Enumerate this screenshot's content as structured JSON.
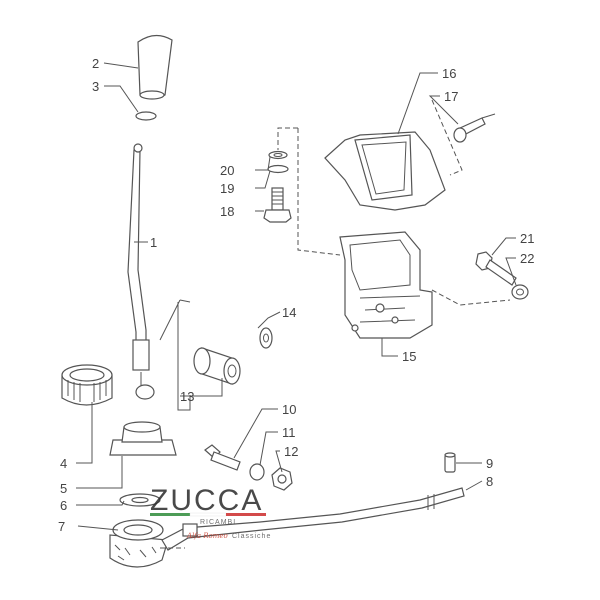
{
  "diagram": {
    "part_numbers": [
      "1",
      "2",
      "3",
      "4",
      "5",
      "6",
      "7",
      "8",
      "9",
      "10",
      "11",
      "12",
      "13",
      "14",
      "15",
      "16",
      "17",
      "18",
      "19",
      "20",
      "21",
      "22"
    ],
    "watermark": {
      "brand": "ZUCCA",
      "tagline": "RICAMBI",
      "script": "Alfa Romeo",
      "sub": "Classiche",
      "colors": {
        "green": "#2e8b3a",
        "white": "#ffffff",
        "red": "#cc2b2b"
      }
    }
  }
}
